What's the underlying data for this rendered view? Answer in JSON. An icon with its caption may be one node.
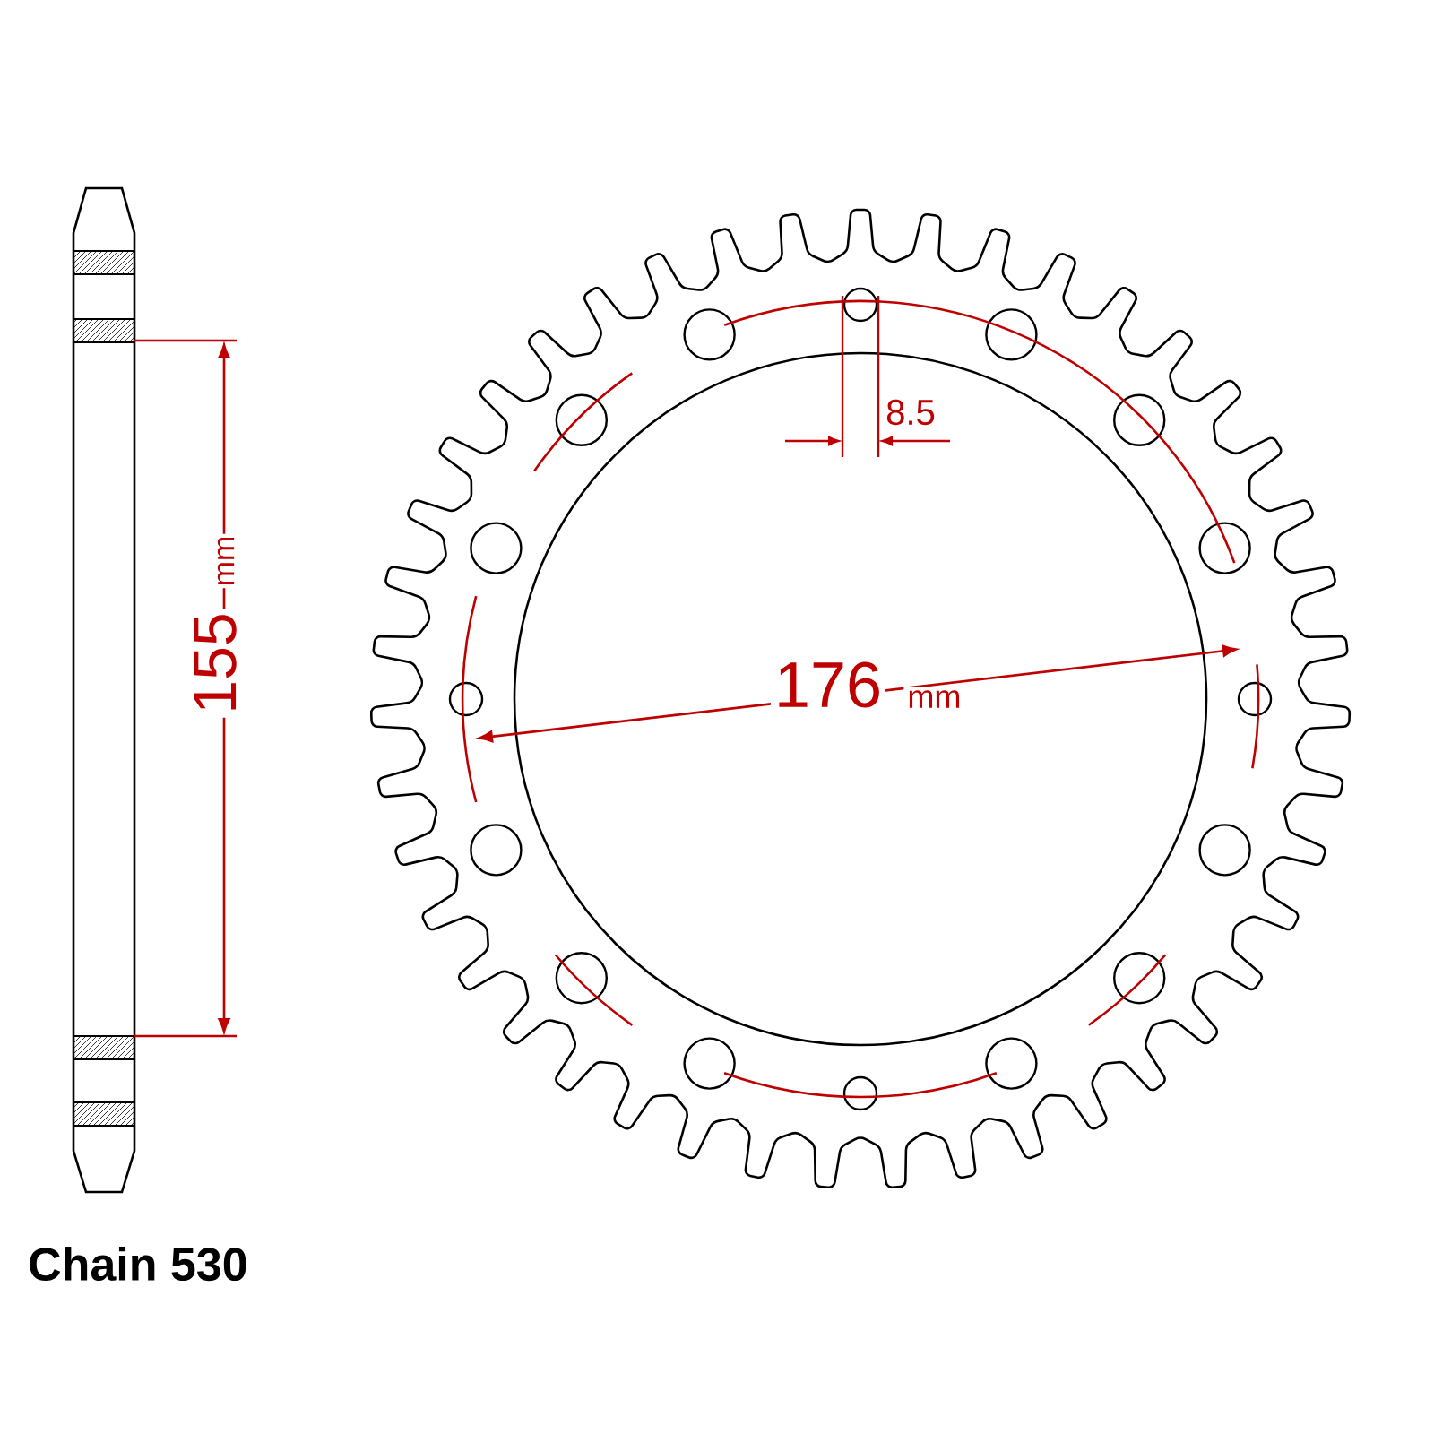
{
  "diagram": {
    "labels": [
      "155",
      "mm",
      "176",
      "mm",
      "8.5",
      "Chain 530"
    ]
  }
}
